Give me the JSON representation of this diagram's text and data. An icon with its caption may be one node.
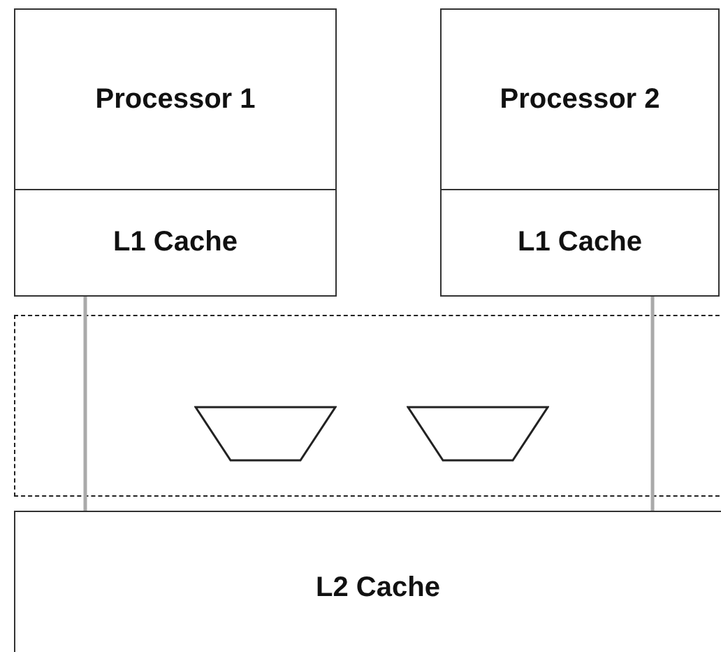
{
  "diagram": {
    "nodes": [
      {
        "text": [
          "Processor 1"
        ]
      },
      {
        "text": [
          "L1 Cache"
        ]
      },
      {
        "text": [
          "Processor 2"
        ]
      },
      {
        "text": [
          "L1 Cache"
        ]
      },
      {
        "text": [],
        "shape": "box"
      },
      {
        "text": [],
        "shape": "trapezoid",
        "in": 4
      },
      {
        "text": [],
        "shape": "trapezoid",
        "in": 4
      },
      {
        "text": [
          "L2 Cache"
        ]
      }
    ],
    "edges": [
      {
        "from": 1,
        "to": 7,
        "arrow": "none",
        "color": "#aaaaaa"
      },
      {
        "from": 3,
        "to": 7,
        "arrow": "none",
        "color": "#aaaaaa"
      }
    ]
  }
}
